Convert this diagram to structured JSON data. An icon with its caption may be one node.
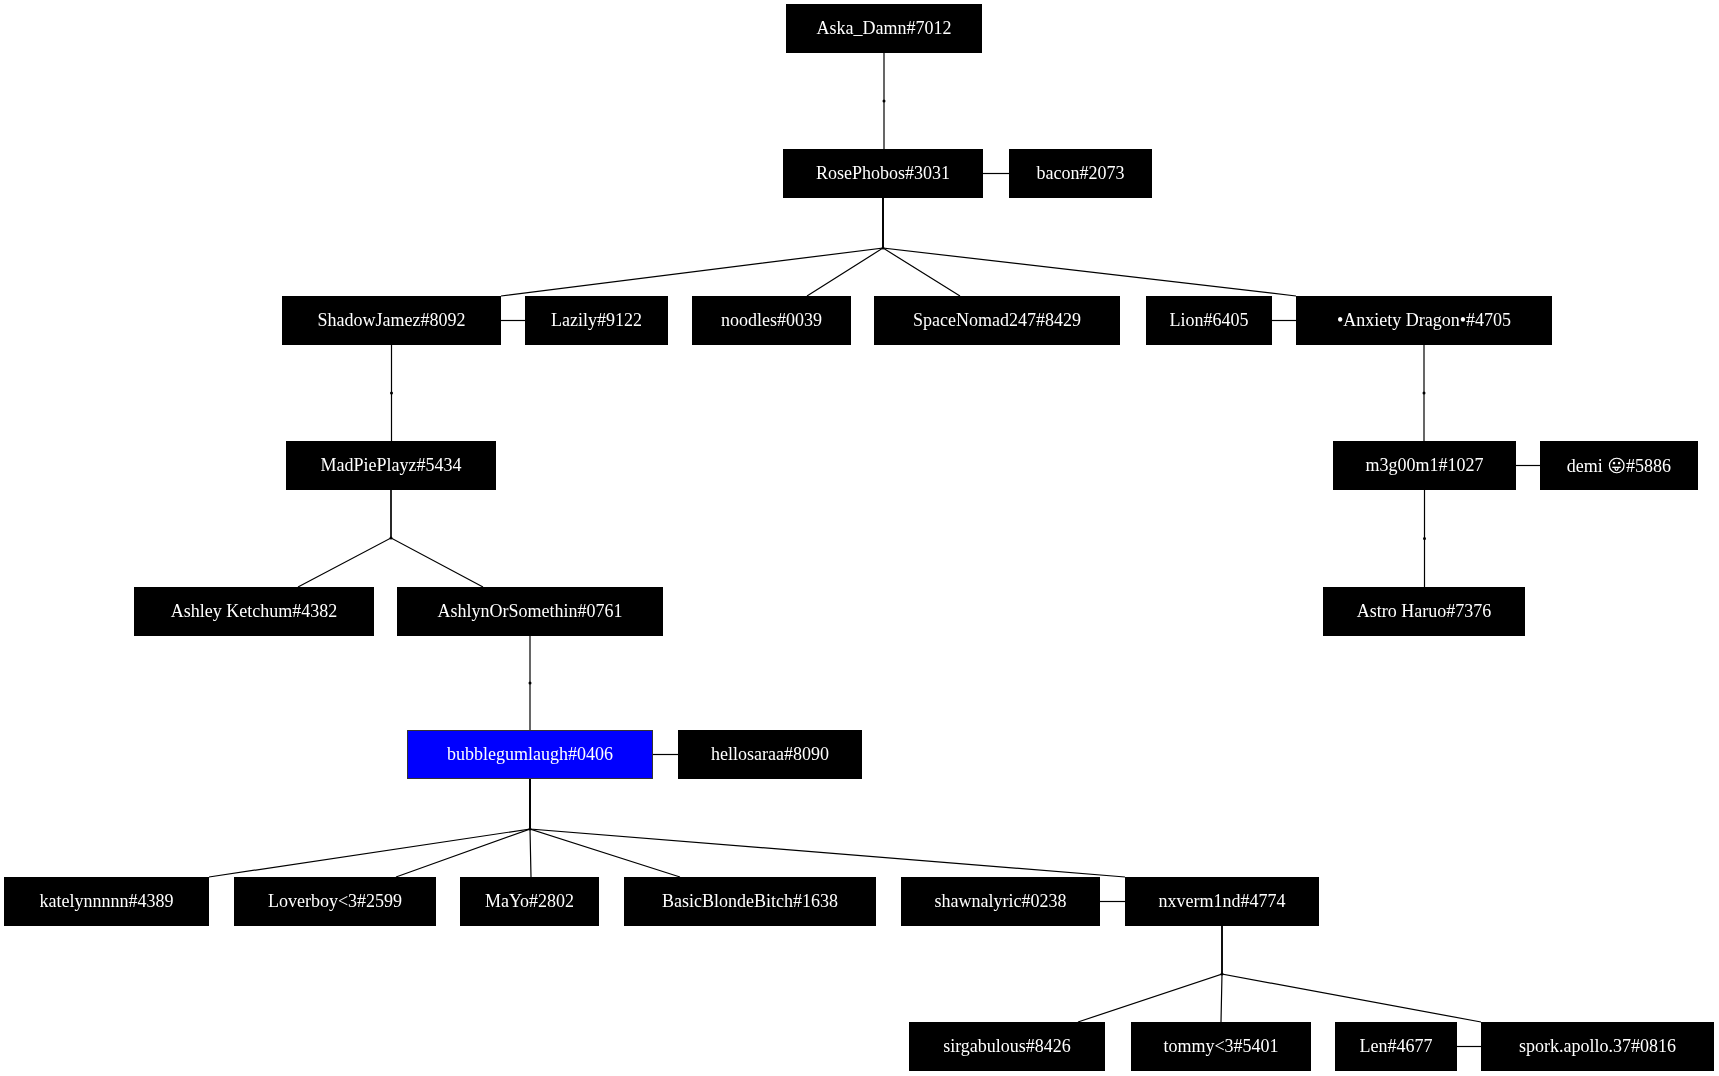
{
  "diagram": {
    "nodes": [
      {
        "text": [
          "Aska_Damn#7012"
        ]
      },
      {
        "text": [
          "RosePhobos#3031"
        ]
      },
      {
        "text": [
          "bacon#2073"
        ]
      },
      {
        "text": [
          "ShadowJamez#8092"
        ]
      },
      {
        "text": [
          "Lazily#9122"
        ]
      },
      {
        "text": [
          "noodles#0039"
        ]
      },
      {
        "text": [
          "SpaceNomad247#8429"
        ]
      },
      {
        "text": [
          "Lion#6405"
        ]
      },
      {
        "text": [
          "•Anxiety Dragon•#4705"
        ]
      },
      {
        "text": [
          "MadPiePlayz#5434"
        ]
      },
      {
        "text": [
          "m3g00m1#1027"
        ]
      },
      {
        "text": [
          "demi 😛#5886"
        ]
      },
      {
        "text": [
          "Ashley Ketchum#4382"
        ]
      },
      {
        "text": [
          "AshlynOrSomethin#0761"
        ]
      },
      {
        "text": [
          "Astro Haruo#7376"
        ]
      },
      {
        "text": [
          "bubblegumlaugh#0406"
        ]
      },
      {
        "text": [
          "hellosaraa#8090"
        ]
      },
      {
        "text": [
          "katelynnnnn#4389"
        ]
      },
      {
        "text": [
          "Loverboy<3#2599"
        ]
      },
      {
        "text": [
          "MaYo#2802"
        ]
      },
      {
        "text": [
          "BasicBlondeBitch#1638"
        ]
      },
      {
        "text": [
          "shawnalyric#0238"
        ]
      },
      {
        "text": [
          "nxverm1nd#4774"
        ]
      },
      {
        "text": [
          "sirgabulous#8426"
        ]
      },
      {
        "text": [
          "tommy<3#5401"
        ]
      },
      {
        "text": [
          "Len#4677"
        ]
      },
      {
        "text": [
          "spork.apollo.37#0816"
        ]
      }
    ],
    "edges": [
      {
        "from": 0,
        "to": 1,
        "arrow": "none"
      },
      {
        "from": 1,
        "to": 2,
        "arrow": "none"
      },
      {
        "from": 1,
        "to": 3,
        "arrow": "none"
      },
      {
        "from": 1,
        "to": 5,
        "arrow": "none"
      },
      {
        "from": 1,
        "to": 6,
        "arrow": "none"
      },
      {
        "from": 1,
        "to": 8,
        "arrow": "none"
      },
      {
        "from": 3,
        "to": 4,
        "arrow": "none"
      },
      {
        "from": 7,
        "to": 8,
        "arrow": "none"
      },
      {
        "from": 3,
        "to": 9,
        "arrow": "none"
      },
      {
        "from": 9,
        "to": 12,
        "arrow": "none"
      },
      {
        "from": 9,
        "to": 13,
        "arrow": "none"
      },
      {
        "from": 8,
        "to": 10,
        "arrow": "none"
      },
      {
        "from": 10,
        "to": 11,
        "arrow": "none"
      },
      {
        "from": 10,
        "to": 14,
        "arrow": "none"
      },
      {
        "from": 13,
        "to": 15,
        "arrow": "none"
      },
      {
        "from": 15,
        "to": 16,
        "arrow": "none"
      },
      {
        "from": 15,
        "to": 17,
        "arrow": "none"
      },
      {
        "from": 15,
        "to": 18,
        "arrow": "none"
      },
      {
        "from": 15,
        "to": 19,
        "arrow": "none"
      },
      {
        "from": 15,
        "to": 20,
        "arrow": "none"
      },
      {
        "from": 15,
        "to": 22,
        "arrow": "none"
      },
      {
        "from": 21,
        "to": 22,
        "arrow": "none"
      },
      {
        "from": 22,
        "to": 23,
        "arrow": "none"
      },
      {
        "from": 22,
        "to": 24,
        "arrow": "none"
      },
      {
        "from": 22,
        "to": 26,
        "arrow": "none"
      },
      {
        "from": 25,
        "to": 26,
        "arrow": "none"
      }
    ]
  }
}
